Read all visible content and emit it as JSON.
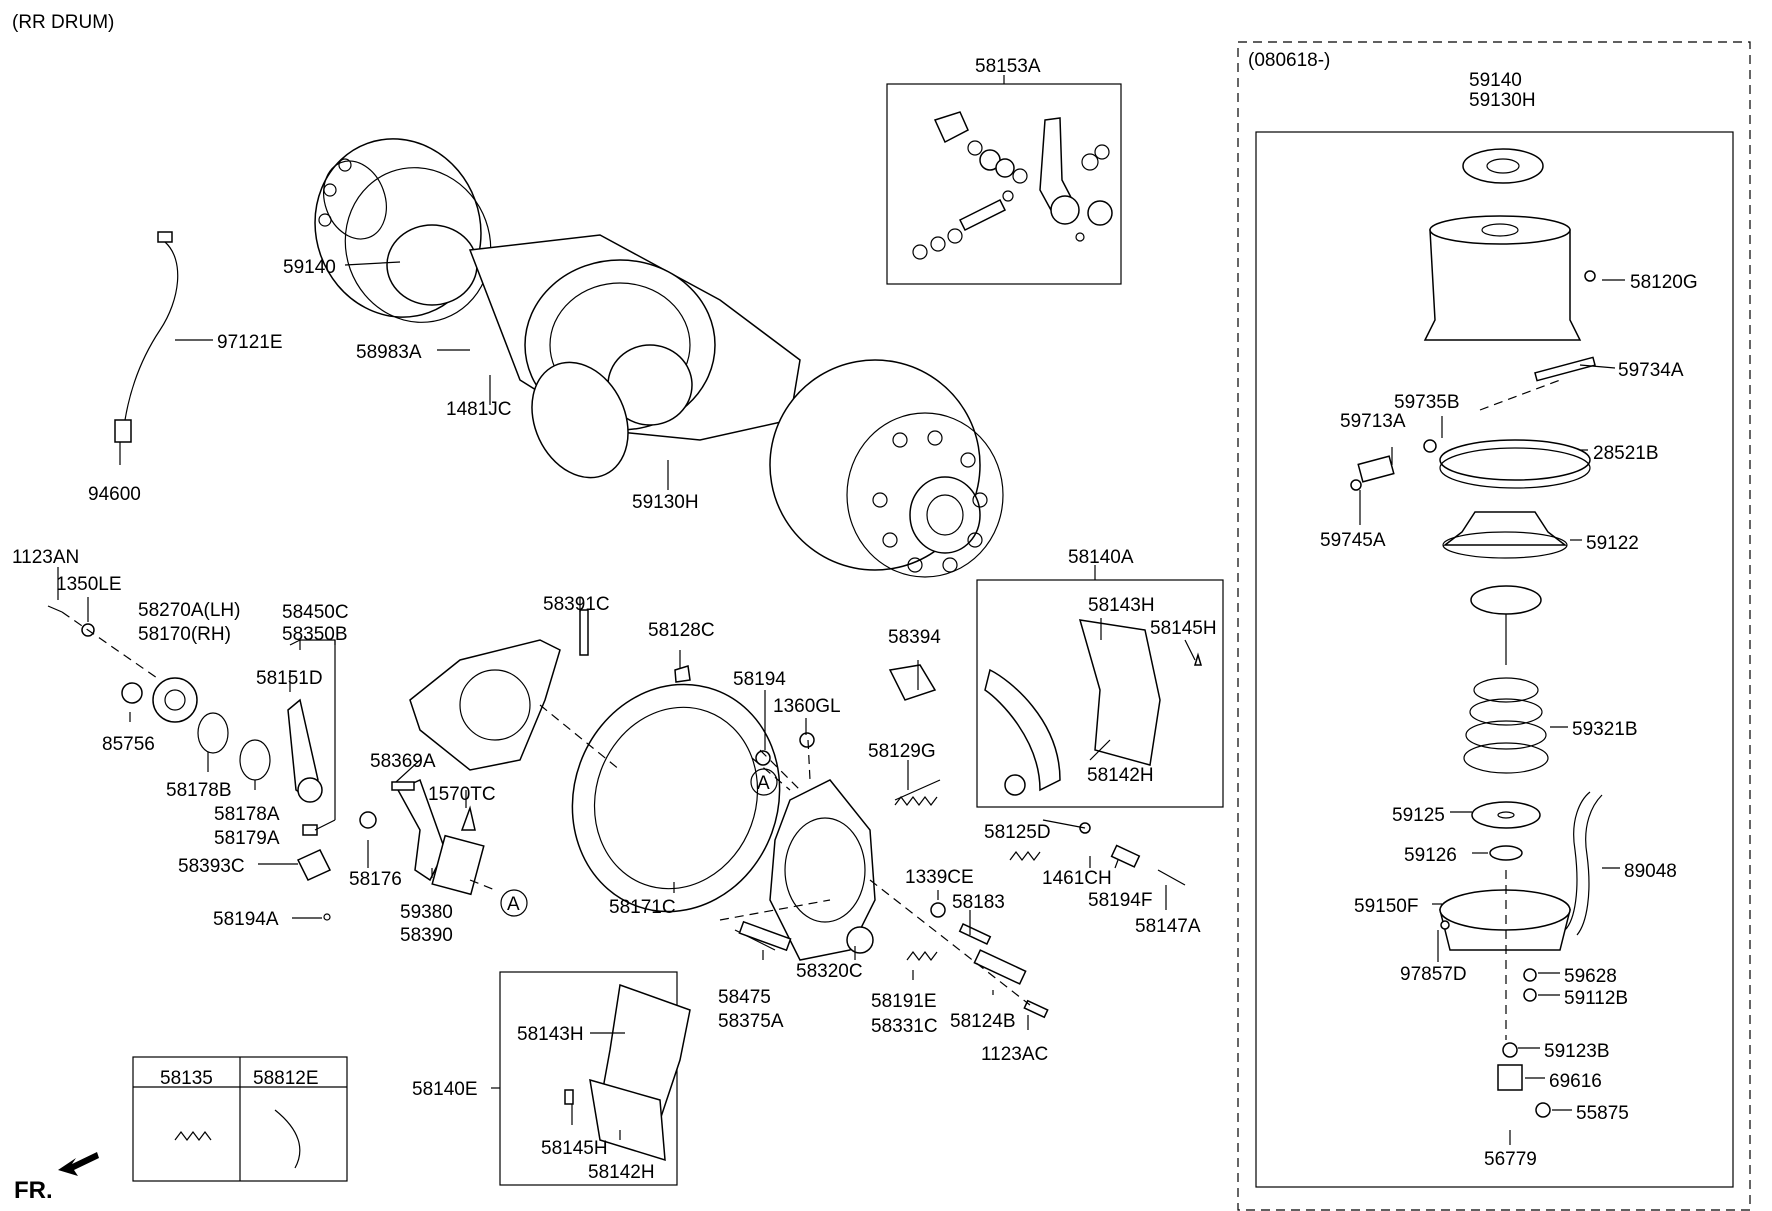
{
  "header": {
    "title": "(RR DRUM)",
    "variant": "(080618-)"
  },
  "footer": {
    "direction": "FR."
  },
  "callouts": {
    "ref_a_1": "A",
    "ref_a_2": "A"
  },
  "labels": {
    "l_59140_main": "59140",
    "l_97121E": "97121E",
    "l_58983A": "58983A",
    "l_1481JC": "1481JC",
    "l_94600": "94600",
    "l_59130H_main": "59130H",
    "l_58153A": "58153A",
    "l_1123AN": "1123AN",
    "l_1350LE": "1350LE",
    "l_58270A": "58270A(LH)",
    "l_58170": "58170(RH)",
    "l_85756": "85756",
    "l_58178B": "58178B",
    "l_58178A": "58178A",
    "l_58179A": "58179A",
    "l_58450C": "58450C",
    "l_58350B": "58350B",
    "l_58151D": "58151D",
    "l_58393C": "58393C",
    "l_58194A": "58194A",
    "l_58176": "58176",
    "l_58369A": "58369A",
    "l_1570TC": "1570TC",
    "l_59380": "59380",
    "l_58390": "58390",
    "l_58391C": "58391C",
    "l_58128C": "58128C",
    "l_58171C": "58171C",
    "l_58194": "58194",
    "l_1360GL": "1360GL",
    "l_58394": "58394",
    "l_58129G": "58129G",
    "l_58320C": "58320C",
    "l_58475": "58475",
    "l_58375A": "58375A",
    "l_1339CE": "1339CE",
    "l_58183": "58183",
    "l_58191E": "58191E",
    "l_58331C": "58331C",
    "l_58124B": "58124B",
    "l_1123AC": "1123AC",
    "l_58140A": "58140A",
    "l_58143H_a": "58143H",
    "l_58145H_a": "58145H",
    "l_58142H_a": "58142H",
    "l_58125D": "58125D",
    "l_1461CH": "1461CH",
    "l_58194F": "58194F",
    "l_58147A": "58147A",
    "l_58140E": "58140E",
    "l_58143H_b": "58143H",
    "l_58145H_b": "58145H",
    "l_58142H_b": "58142H",
    "l_58135": "58135",
    "l_58812E": "58812E",
    "r_59140": "59140",
    "r_59130H": "59130H",
    "r_58120G": "58120G",
    "r_59734A": "59734A",
    "r_59735B": "59735B",
    "r_59713A": "59713A",
    "r_28521B": "28521B",
    "r_59745A": "59745A",
    "r_59122": "59122",
    "r_59321B": "59321B",
    "r_59125": "59125",
    "r_59126": "59126",
    "r_89048": "89048",
    "r_59150F": "59150F",
    "r_97857D": "97857D",
    "r_59628": "59628",
    "r_59112B": "59112B",
    "r_59123B": "59123B",
    "r_69616": "69616",
    "r_55875": "55875",
    "r_56779": "56779"
  }
}
